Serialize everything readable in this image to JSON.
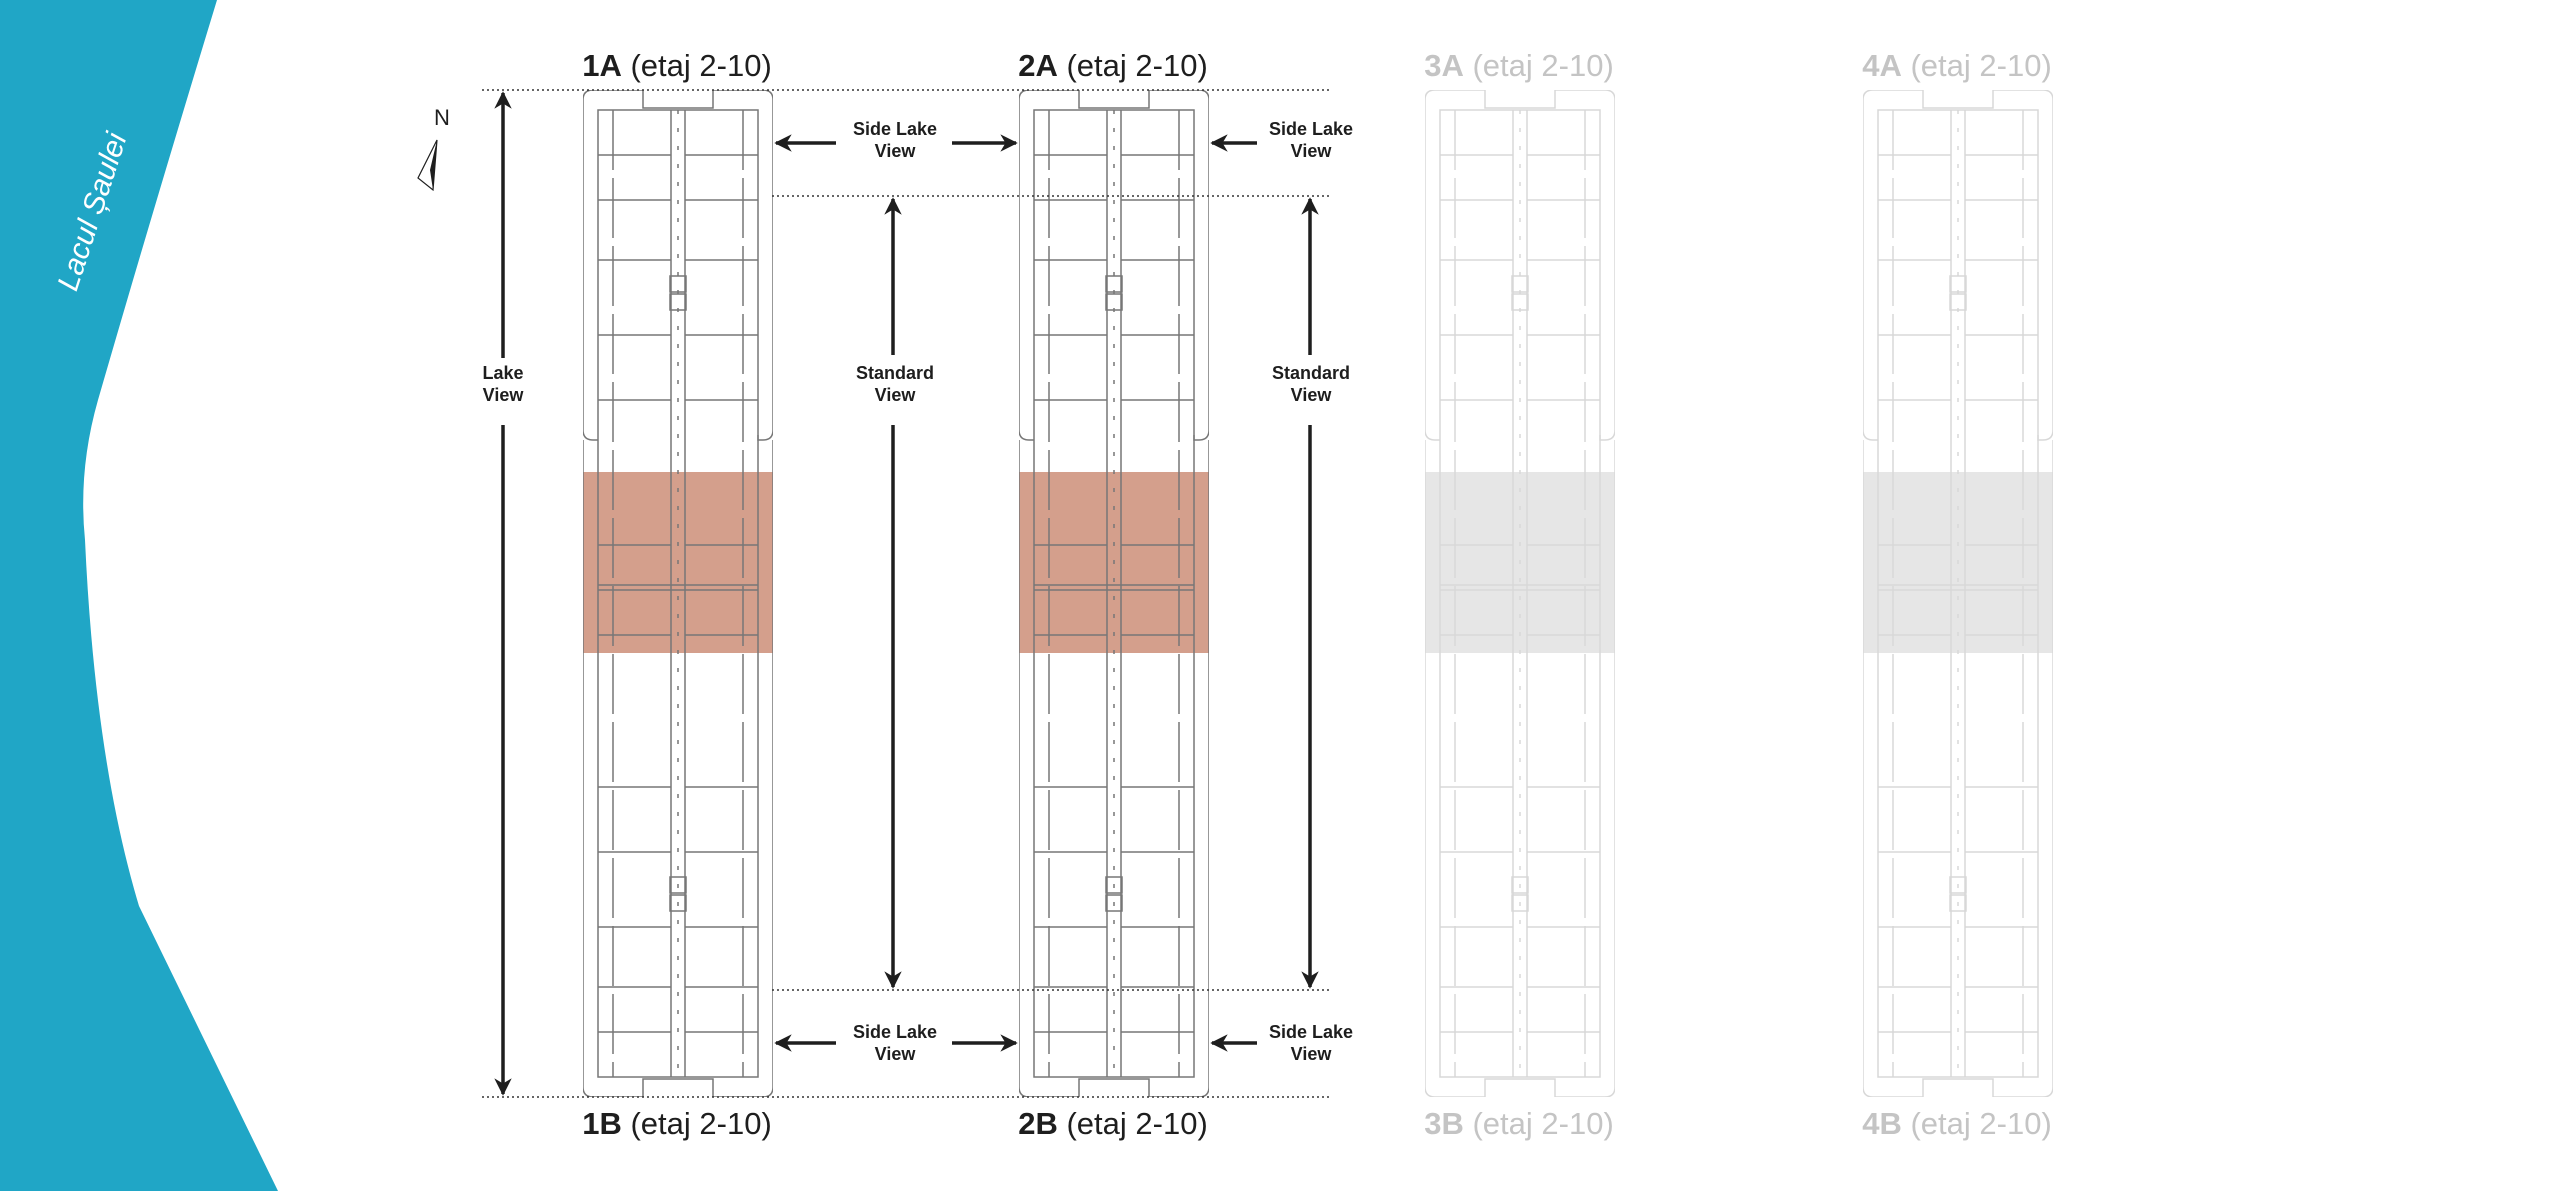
{
  "lake": {
    "name": "Lacul Șaulei",
    "color": "#20a6c6"
  },
  "compass": {
    "label": "N"
  },
  "buildings": [
    {
      "top_code": "1A",
      "top_floors": "(etaj 2-10)",
      "bottom_code": "1B",
      "bottom_floors": "(etaj 2-10)",
      "active": true
    },
    {
      "top_code": "2A",
      "top_floors": "(etaj 2-10)",
      "bottom_code": "2B",
      "bottom_floors": "(etaj 2-10)",
      "active": true
    },
    {
      "top_code": "3A",
      "top_floors": "(etaj 2-10)",
      "bottom_code": "3B",
      "bottom_floors": "(etaj 2-10)",
      "active": false
    },
    {
      "top_code": "4A",
      "top_floors": "(etaj 2-10)",
      "bottom_code": "4B",
      "bottom_floors": "(etaj 2-10)",
      "active": false
    }
  ],
  "views": {
    "lake_view": [
      "Lake",
      "View"
    ],
    "standard_view": [
      "Standard",
      "View"
    ],
    "side_lake_view": [
      "Side Lake",
      "View"
    ]
  },
  "colors": {
    "highlight": "#d49f8c",
    "highlight_inactive": "#e6e6e6",
    "plan_active": "#777777",
    "plan_inactive": "#d8d8d8"
  }
}
